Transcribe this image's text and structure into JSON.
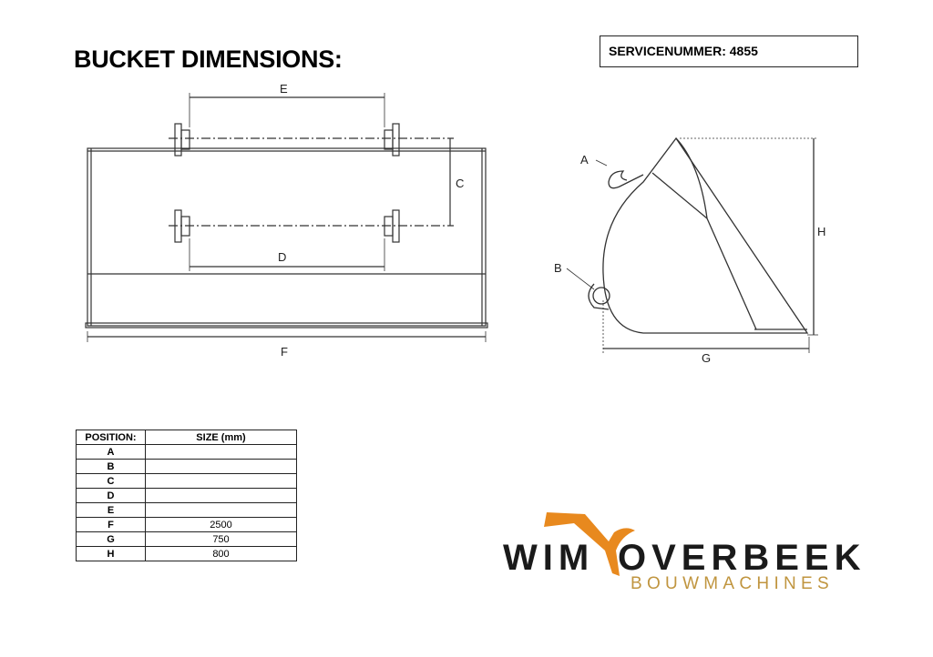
{
  "header": {
    "title": "BUCKET DIMENSIONS:",
    "service_label": "SERVICENUMMER: 4855"
  },
  "front_view": {
    "labels": {
      "E": "E",
      "D": "D",
      "C": "C",
      "F": "F"
    }
  },
  "side_view": {
    "labels": {
      "A": "A",
      "B": "B",
      "H": "H",
      "G": "G"
    }
  },
  "table": {
    "headers": [
      "POSITION:",
      "SIZE (mm)"
    ],
    "rows": [
      {
        "pos": "A",
        "size": ""
      },
      {
        "pos": "B",
        "size": ""
      },
      {
        "pos": "C",
        "size": ""
      },
      {
        "pos": "D",
        "size": ""
      },
      {
        "pos": "E",
        "size": ""
      },
      {
        "pos": "F",
        "size": "2500"
      },
      {
        "pos": "G",
        "size": "750"
      },
      {
        "pos": "H",
        "size": "800"
      }
    ]
  },
  "logo": {
    "name_left": "WIM",
    "name_right": "OVERBEEK",
    "subtitle": "BOUWMACHINES",
    "colors": {
      "orange": "#e8891e",
      "gold": "#c0953f"
    }
  }
}
